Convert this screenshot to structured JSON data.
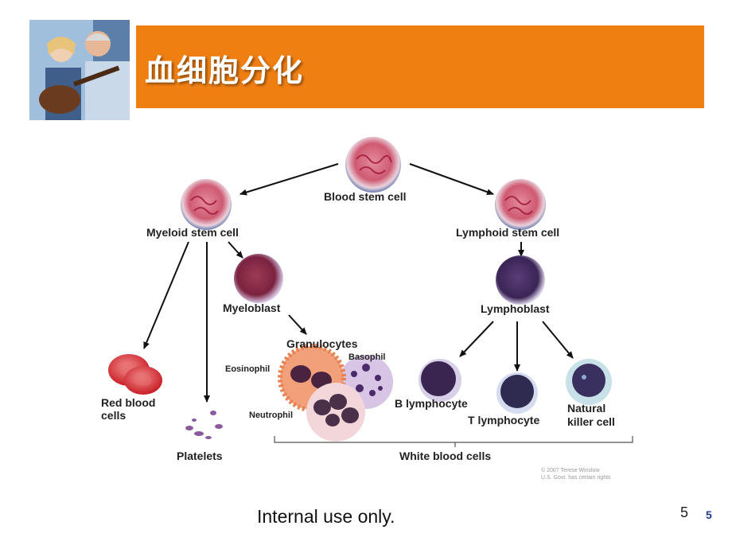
{
  "slide": {
    "title": "血细胞分化",
    "footer": "Internal use only.",
    "page_number": "5",
    "page_number_badge": "5",
    "accent_color": "#f07f12"
  },
  "diagram": {
    "nodes": {
      "blood_stem_cell": "Blood stem cell",
      "myeloid_stem_cell": "Myeloid stem cell",
      "lymphoid_stem_cell": "Lymphoid stem cell",
      "myeloblast": "Myeloblast",
      "lymphoblast": "Lymphoblast",
      "granulocytes": "Granulocytes",
      "eosinophil": "Eosinophil",
      "basophil": "Basophil",
      "neutrophil": "Neutrophil",
      "red_blood_cells_line1": "Red blood",
      "red_blood_cells_line2": "cells",
      "platelets": "Platelets",
      "b_lymphocyte": "B lymphocyte",
      "t_lymphocyte": "T lymphocyte",
      "natural_killer_line1": "Natural",
      "natural_killer_line2": "killer cell",
      "white_blood_cells": "White blood cells"
    },
    "credit_line1": "© 2007 Terese Winslow",
    "credit_line2": "U.S. Govt. has certain rights"
  }
}
